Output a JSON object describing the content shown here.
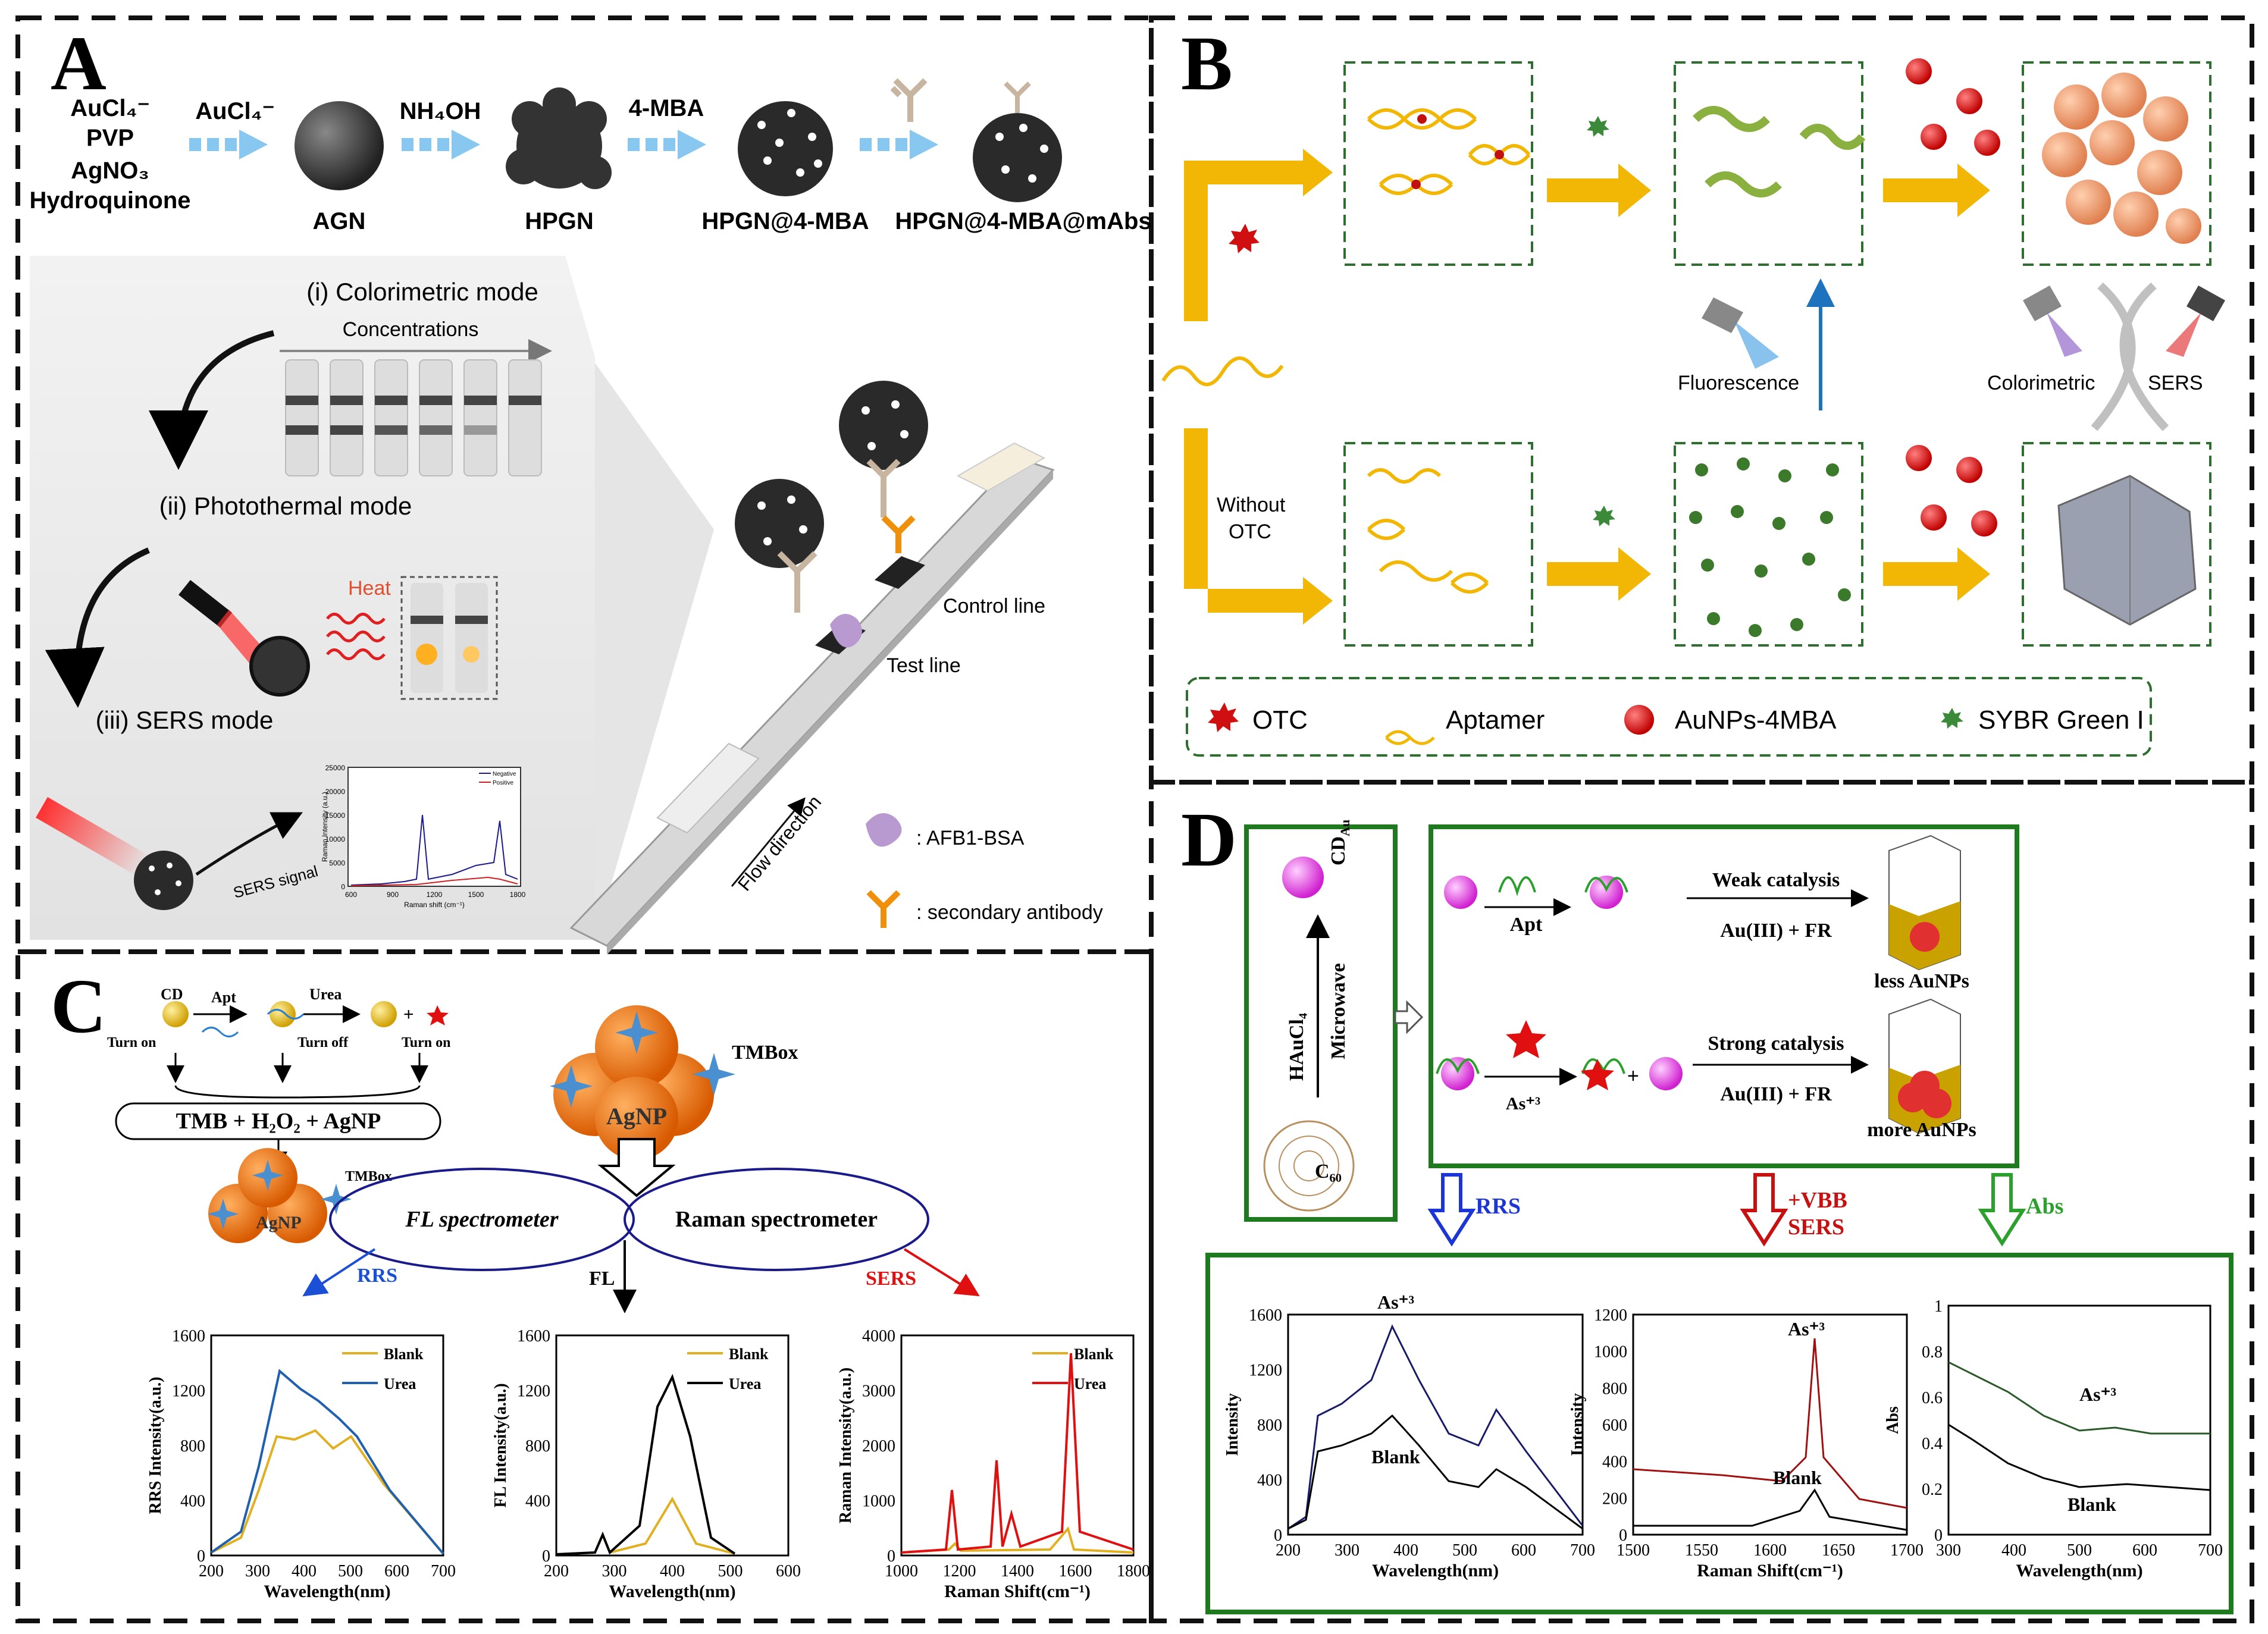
{
  "panels": {
    "A": {
      "letter": "A",
      "reagents": [
        "AuCl₄⁻",
        "PVP",
        "AgNO₃",
        "Hydroquinone"
      ],
      "steps": [
        {
          "arrow_label": "AuCl₄⁻",
          "product": "AGN"
        },
        {
          "arrow_label": "NH₄OH",
          "product": "HPGN"
        },
        {
          "arrow_label": "4-MBA",
          "product": "HPGN@4-MBA"
        },
        {
          "arrow_label": "",
          "product": "HPGN@4-MBA@mAbs"
        }
      ],
      "modes": {
        "colorimetric": "(i) Colorimetric mode",
        "concentrations": "Concentrations",
        "photothermal": "(ii) Photothermal mode",
        "heat": "Heat",
        "sers": "(iii) SERS mode",
        "sers_signal": "SERS signal"
      },
      "mini_chart": {
        "ylabel": "Raman Intensity (a.u.)",
        "xlabel": "Raman shift (cm⁻¹)",
        "yticks": [
          "25000",
          "20000",
          "15000",
          "10000",
          "5000",
          "0"
        ],
        "xticks": [
          "600",
          "900",
          "1200",
          "1500",
          "1800"
        ],
        "legend": [
          "Negative",
          "Positive"
        ]
      },
      "strip": {
        "control_line": "Control line",
        "test_line": "Test line",
        "flow_direction": "Flow direction",
        "legend_afb1": ": AFB1-BSA",
        "legend_secondary": ": secondary antibody"
      }
    },
    "B": {
      "letter": "B",
      "fluorescence": "Fluorescence",
      "colorimetric": "Colorimetric",
      "sers": "SERS",
      "without_otc": [
        "Without",
        "OTC"
      ],
      "legend": [
        "OTC",
        "Aptamer",
        "AuNPs-4MBA",
        "SYBR Green I"
      ]
    },
    "C": {
      "letter": "C",
      "top": {
        "cd": "CD",
        "apt": "Apt",
        "urea": "Urea",
        "turn_on_1": "Turn on",
        "turn_off": "Turn off",
        "turn_on_2": "Turn on",
        "tmb_box": "TMB + H₂O₂ + AgNP",
        "tmbox": "TMBox",
        "agnp": "AgNP"
      },
      "fl_spectrometer": "FL spectrometer",
      "raman_spectrometer": "Raman spectrometer",
      "rrs": "RRS",
      "fl": "FL",
      "sers": "SERS",
      "charts": {
        "rrs": {
          "ylabel": "RRS Intensity(a.u.)",
          "xlabel": "Wavelength(nm)",
          "yticks": [
            "0",
            "400",
            "800",
            "1200",
            "1600"
          ],
          "xticks": [
            "200",
            "300",
            "400",
            "500",
            "600",
            "700"
          ],
          "legend": [
            "Blank",
            "Urea"
          ]
        },
        "fl": {
          "ylabel": "FL Intensity(a.u.)",
          "xlabel": "Wavelength(nm)",
          "yticks": [
            "0",
            "400",
            "800",
            "1200",
            "1600"
          ],
          "xticks": [
            "200",
            "300",
            "400",
            "500",
            "600"
          ],
          "legend": [
            "Blank",
            "Urea"
          ]
        },
        "sers": {
          "ylabel": "Raman Intensity(a.u.)",
          "xlabel": "Raman Shift(cm⁻¹)",
          "yticks": [
            "0",
            "1000",
            "2000",
            "3000",
            "4000"
          ],
          "xticks": [
            "1000",
            "1200",
            "1400",
            "1600",
            "1800"
          ],
          "legend": [
            "Blank",
            "Urea"
          ]
        }
      }
    },
    "D": {
      "letter": "D",
      "cd_au": "CD",
      "cd_au_sub": "Au",
      "haucl4": "HAuCl₄",
      "microwave": "Microwave",
      "c60": "C₆₀",
      "apt": "Apt",
      "as3": "As⁺³",
      "weak": "Weak catalysis",
      "strong": "Strong catalysis",
      "reaction": "Au(III) + FR",
      "less": "less AuNPs",
      "more": "more AuNPs",
      "rrs": "RRS",
      "vbb": "+VBB",
      "sers": "SERS",
      "abs": "Abs",
      "charts": {
        "rrs": {
          "ylabel": "Intensity",
          "xlabel": "Wavelength(nm)",
          "yticks": [
            "0",
            "400",
            "800",
            "1200",
            "1600"
          ],
          "xticks": [
            "200",
            "300",
            "400",
            "500",
            "600",
            "700"
          ],
          "labels": [
            "As⁺³",
            "Blank"
          ]
        },
        "sers": {
          "ylabel": "Intensity",
          "xlabel": "Raman Shift(cm⁻¹)",
          "yticks": [
            "0",
            "200",
            "400",
            "600",
            "800",
            "1000",
            "1200"
          ],
          "xticks": [
            "1500",
            "1550",
            "1600",
            "1650",
            "1700"
          ],
          "labels": [
            "As⁺³",
            "Blank"
          ]
        },
        "abs": {
          "ylabel": "Abs",
          "xlabel": "Wavelength(nm)",
          "yticks": [
            "0",
            "0.2",
            "0.4",
            "0.6",
            "0.8",
            "1"
          ],
          "xticks": [
            "300",
            "400",
            "500",
            "600",
            "700"
          ],
          "labels": [
            "As⁺³",
            "Blank"
          ]
        }
      }
    }
  },
  "colors": {
    "yellow": "#f2b705",
    "blue_arrow": "#87c7f0",
    "green_box": "#1f7a1f",
    "dash": "#111111",
    "rrs_blue": "#2060b0",
    "blank_yellow": "#e0b020",
    "red": "#e01010"
  }
}
